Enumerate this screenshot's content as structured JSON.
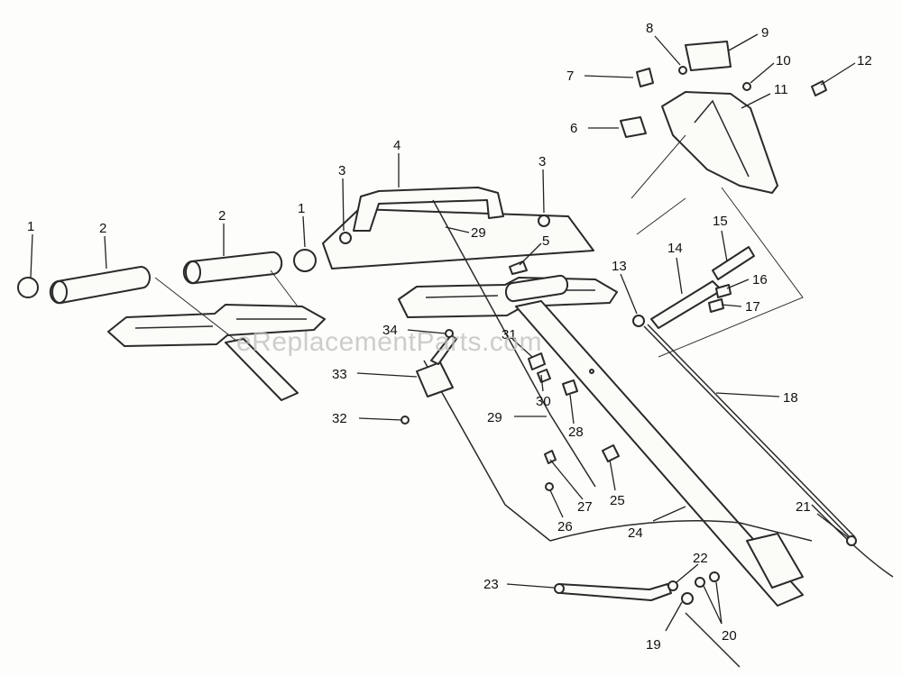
{
  "watermark": "eReplacementParts.com",
  "callouts": [
    {
      "n": "1"
    },
    {
      "n": "2"
    },
    {
      "n": "2"
    },
    {
      "n": "1"
    },
    {
      "n": "3"
    },
    {
      "n": "4"
    },
    {
      "n": "3"
    },
    {
      "n": "29"
    },
    {
      "n": "5"
    },
    {
      "n": "6"
    },
    {
      "n": "7"
    },
    {
      "n": "8"
    },
    {
      "n": "9"
    },
    {
      "n": "10"
    },
    {
      "n": "11"
    },
    {
      "n": "12"
    },
    {
      "n": "13"
    },
    {
      "n": "14"
    },
    {
      "n": "15"
    },
    {
      "n": "16"
    },
    {
      "n": "17"
    },
    {
      "n": "18"
    },
    {
      "n": "34"
    },
    {
      "n": "31"
    },
    {
      "n": "33"
    },
    {
      "n": "30"
    },
    {
      "n": "28"
    },
    {
      "n": "29"
    },
    {
      "n": "32"
    },
    {
      "n": "25"
    },
    {
      "n": "27"
    },
    {
      "n": "26"
    },
    {
      "n": "24"
    },
    {
      "n": "21"
    },
    {
      "n": "23"
    },
    {
      "n": "22"
    },
    {
      "n": "20"
    },
    {
      "n": "19"
    }
  ]
}
